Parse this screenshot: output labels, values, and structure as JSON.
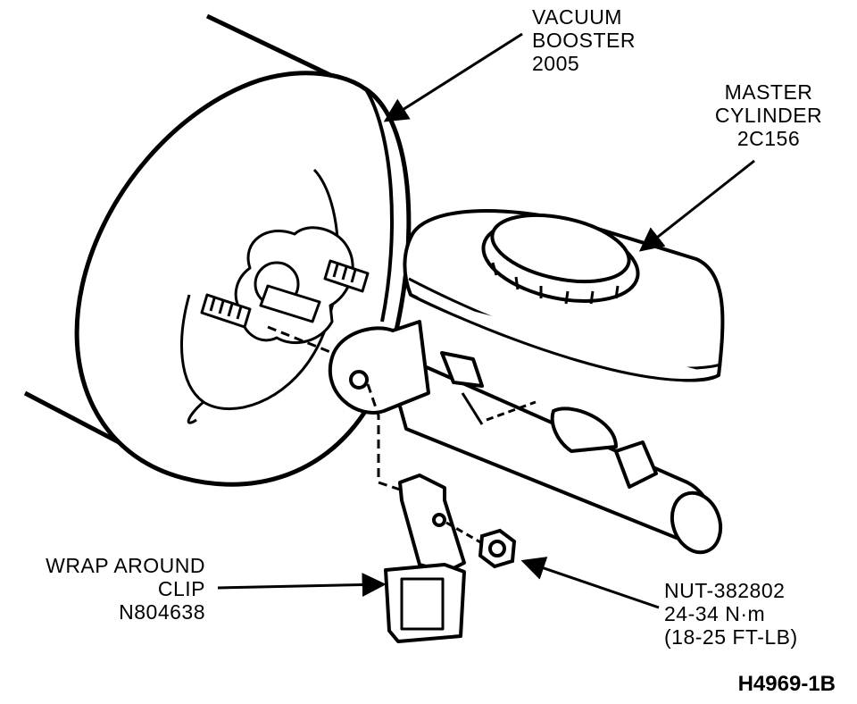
{
  "labels": {
    "vacuum_booster": [
      "VACUUM",
      "BOOSTER",
      "2005"
    ],
    "master_cylinder": [
      "MASTER",
      "CYLINDER",
      "2C156"
    ],
    "wrap_clip": [
      "WRAP AROUND",
      "CLIP",
      "N804638"
    ],
    "nut": [
      "NUT-382802",
      "24-34 N·m",
      "(18-25 FT-LB)"
    ]
  },
  "figure_id": "H4969-1B",
  "colors": {
    "ink": "#000000",
    "paper": "#ffffff"
  }
}
